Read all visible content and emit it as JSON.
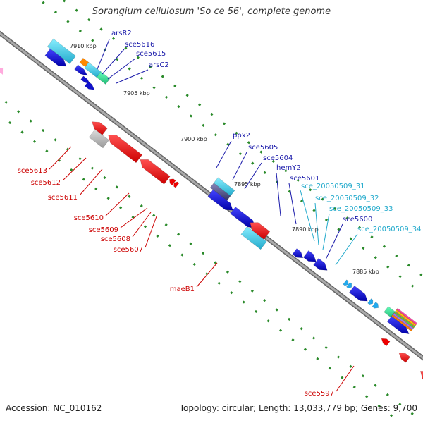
{
  "title": "Sorangium cellulosum 'So ce 56', complete genome",
  "footer": {
    "accession": "Accession: NC_010162",
    "topology": "Topology: circular; Length: 13,033,779 bp; Genes: 9,700"
  },
  "colors": {
    "reverse_label": "#cc0000",
    "forward_label": "#1a1aaa",
    "rna_label": "#22aacc",
    "reverse_gene": "#ee0000",
    "forward_gene": "#1111cc",
    "backbone": "#888888",
    "tick": "#2a8a2a"
  },
  "scale_labels": [
    "7910 kbp",
    "7905 kbp",
    "7900 kbp",
    "7895 kbp",
    "7890 kbp",
    "7885 kbp"
  ],
  "forward_labels": [
    "arsR2",
    "sce5616",
    "sce5615",
    "arsC2",
    "ppx2",
    "sce5605",
    "sce5604",
    "hemY2",
    "sce5601",
    "sce5600"
  ],
  "rna_labels": [
    "sce_20050509_31",
    "sce_20050509_32",
    "sce_20050509_33",
    "sce_20050509_34"
  ],
  "reverse_labels": [
    "sce5613",
    "sce5612",
    "sce5611",
    "sce5610",
    "sce5609",
    "sce5608",
    "sce5607",
    "maeB1",
    "sce5597"
  ]
}
